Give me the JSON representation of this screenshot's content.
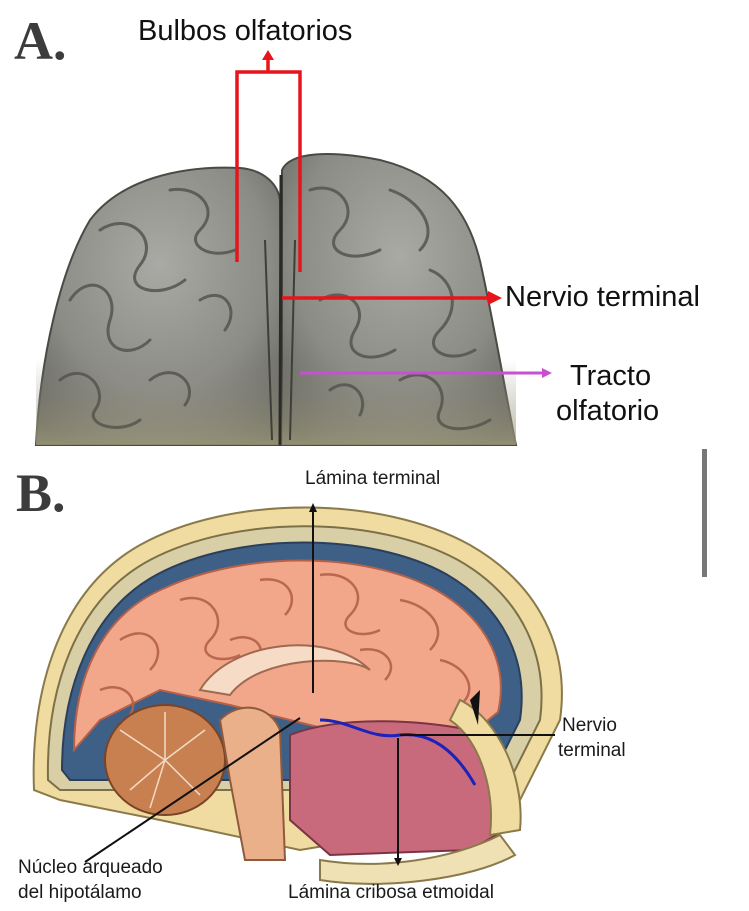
{
  "panel_a": {
    "letter": "A.",
    "labels": {
      "bulbos": "Bulbos olfatorios",
      "nervio": "Nervio terminal",
      "tracto_line1": "Tracto",
      "tracto_line2": "olfatorio"
    },
    "colors": {
      "bulbos_pointer": "#e8141c",
      "nervio_pointer": "#e8141c",
      "tracto_pointer": "#c84fd0"
    }
  },
  "panel_b": {
    "letter": "B.",
    "labels": {
      "lamina_terminal": "Lámina terminal",
      "nervio_line1": "Nervio",
      "nervio_line2": "terminal",
      "nucleo_line1": "Núcleo arqueado",
      "nucleo_line2": "del hipotálamo",
      "lamina_cribosa": "Lámina cribosa etmoidal"
    },
    "colors": {
      "nerve": "#1d22b8",
      "pointer": "#111111"
    }
  }
}
